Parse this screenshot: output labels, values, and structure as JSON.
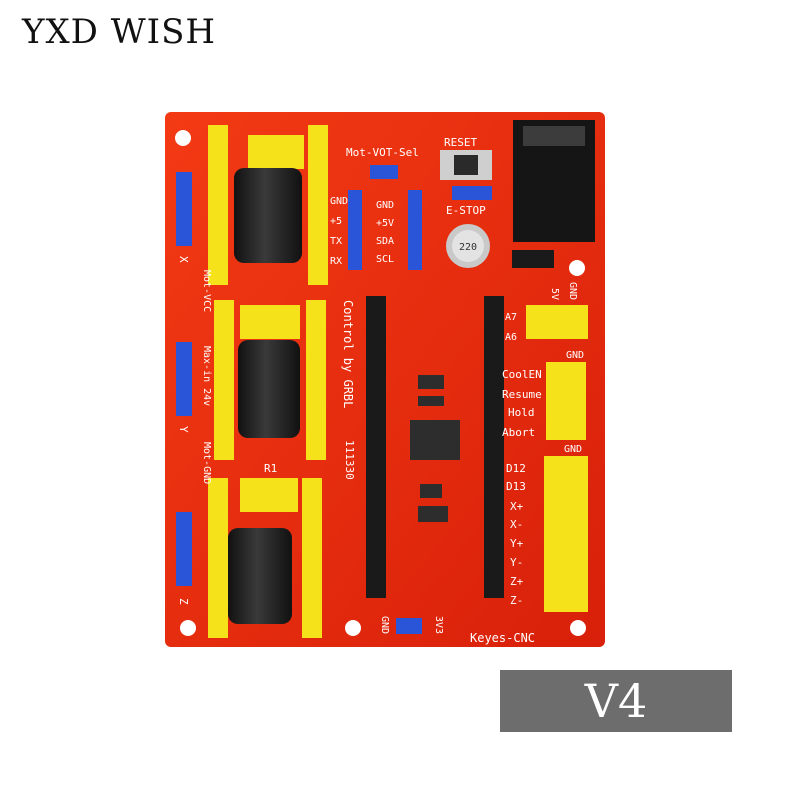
{
  "brand": "YXD WISH",
  "version_badge": "V4",
  "board": {
    "labels": {
      "mot_vot_sel": "Mot-VOT-Sel",
      "reset": "RESET",
      "e_stop": "E-STOP",
      "control_by_grbl": "Control by GRBL",
      "build": "111330",
      "keyes": "Keyes-CNC",
      "gnd_bottom": "GND",
      "v33": "3V3",
      "axis_x": "X",
      "axis_y": "Y",
      "axis_z": "Z",
      "mot_vcc": "Mot-VCC",
      "max_in": "Max-in 24v",
      "mot_gnd": "Mot-GND",
      "r1": "R1",
      "cap_value": "220",
      "uart_left": [
        "GND",
        "+5",
        "TX",
        "RX"
      ],
      "i2c_right": [
        "GND",
        "+5V",
        "SDA",
        "SCL"
      ],
      "right_top": [
        "5V",
        "GND",
        "A7",
        "A6"
      ],
      "control_pins": [
        "GND",
        "CoolEN",
        "Resume",
        "Hold",
        "Abort"
      ],
      "limit_pins": [
        "GND",
        "D12",
        "D13",
        "X+",
        "X-",
        "Y+",
        "Y-",
        "Z+",
        "Z-"
      ]
    }
  },
  "colors": {
    "pcb": "#ee2a0c",
    "header_yellow": "#f6e21a",
    "pin_blue": "#2b55d8",
    "pin_black": "#1a1a1a"
  }
}
